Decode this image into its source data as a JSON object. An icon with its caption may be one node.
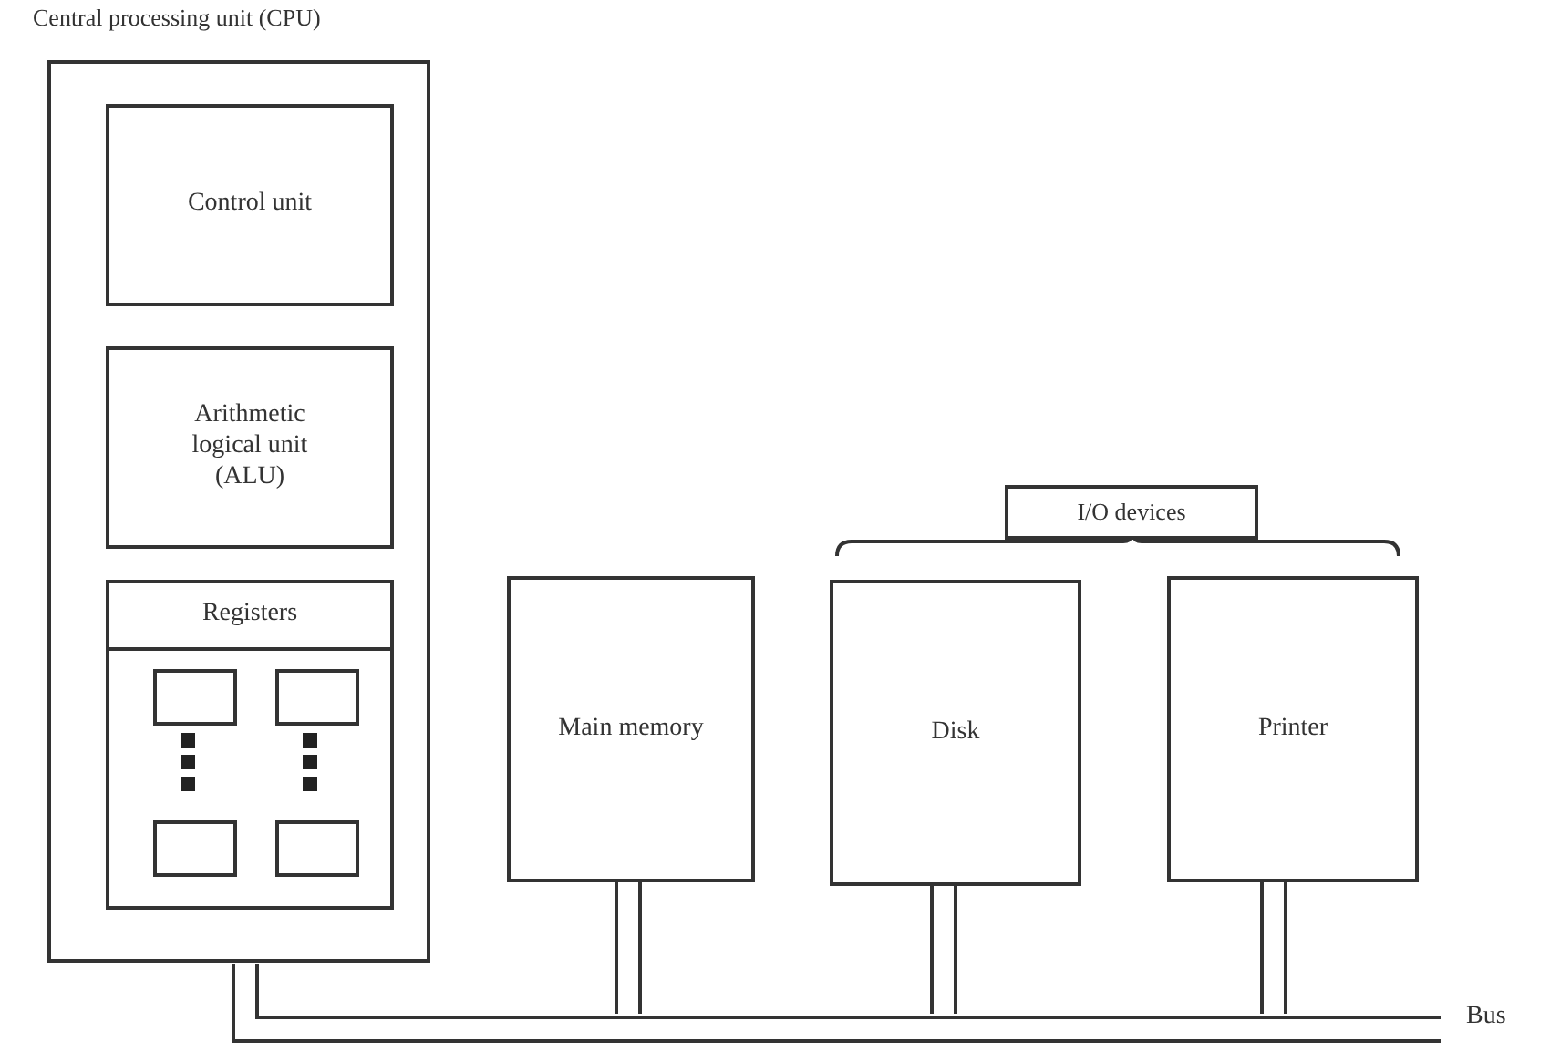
{
  "diagram": {
    "nodes": [
      {
        "text": [
          "Central processing unit (CPU)"
        ]
      },
      {
        "text": [
          "Control unit"
        ],
        "in": 0
      },
      {
        "text": [
          "Arithmetic logical unit (ALU)"
        ],
        "in": 0
      },
      {
        "text": [
          "Registers"
        ],
        "in": 0
      },
      {
        "text": [],
        "shape": "box",
        "in": 3
      },
      {
        "text": [],
        "shape": "box",
        "in": 3
      },
      {
        "text": [],
        "shape": "box",
        "in": 3
      },
      {
        "text": [],
        "shape": "box",
        "in": 3
      },
      {
        "text": [
          "Main memory"
        ]
      },
      {
        "text": [
          "Disk"
        ]
      },
      {
        "text": [
          "Printer"
        ]
      },
      {
        "text": [
          "I/O devices"
        ]
      },
      {
        "text": [
          "Bus"
        ]
      }
    ],
    "edges": [
      {
        "from": 0,
        "to": 12,
        "arrow": "none"
      },
      {
        "from": 8,
        "to": 12,
        "arrow": "none"
      },
      {
        "from": 9,
        "to": 12,
        "arrow": "none"
      },
      {
        "from": 10,
        "to": 12,
        "arrow": "none"
      }
    ]
  }
}
